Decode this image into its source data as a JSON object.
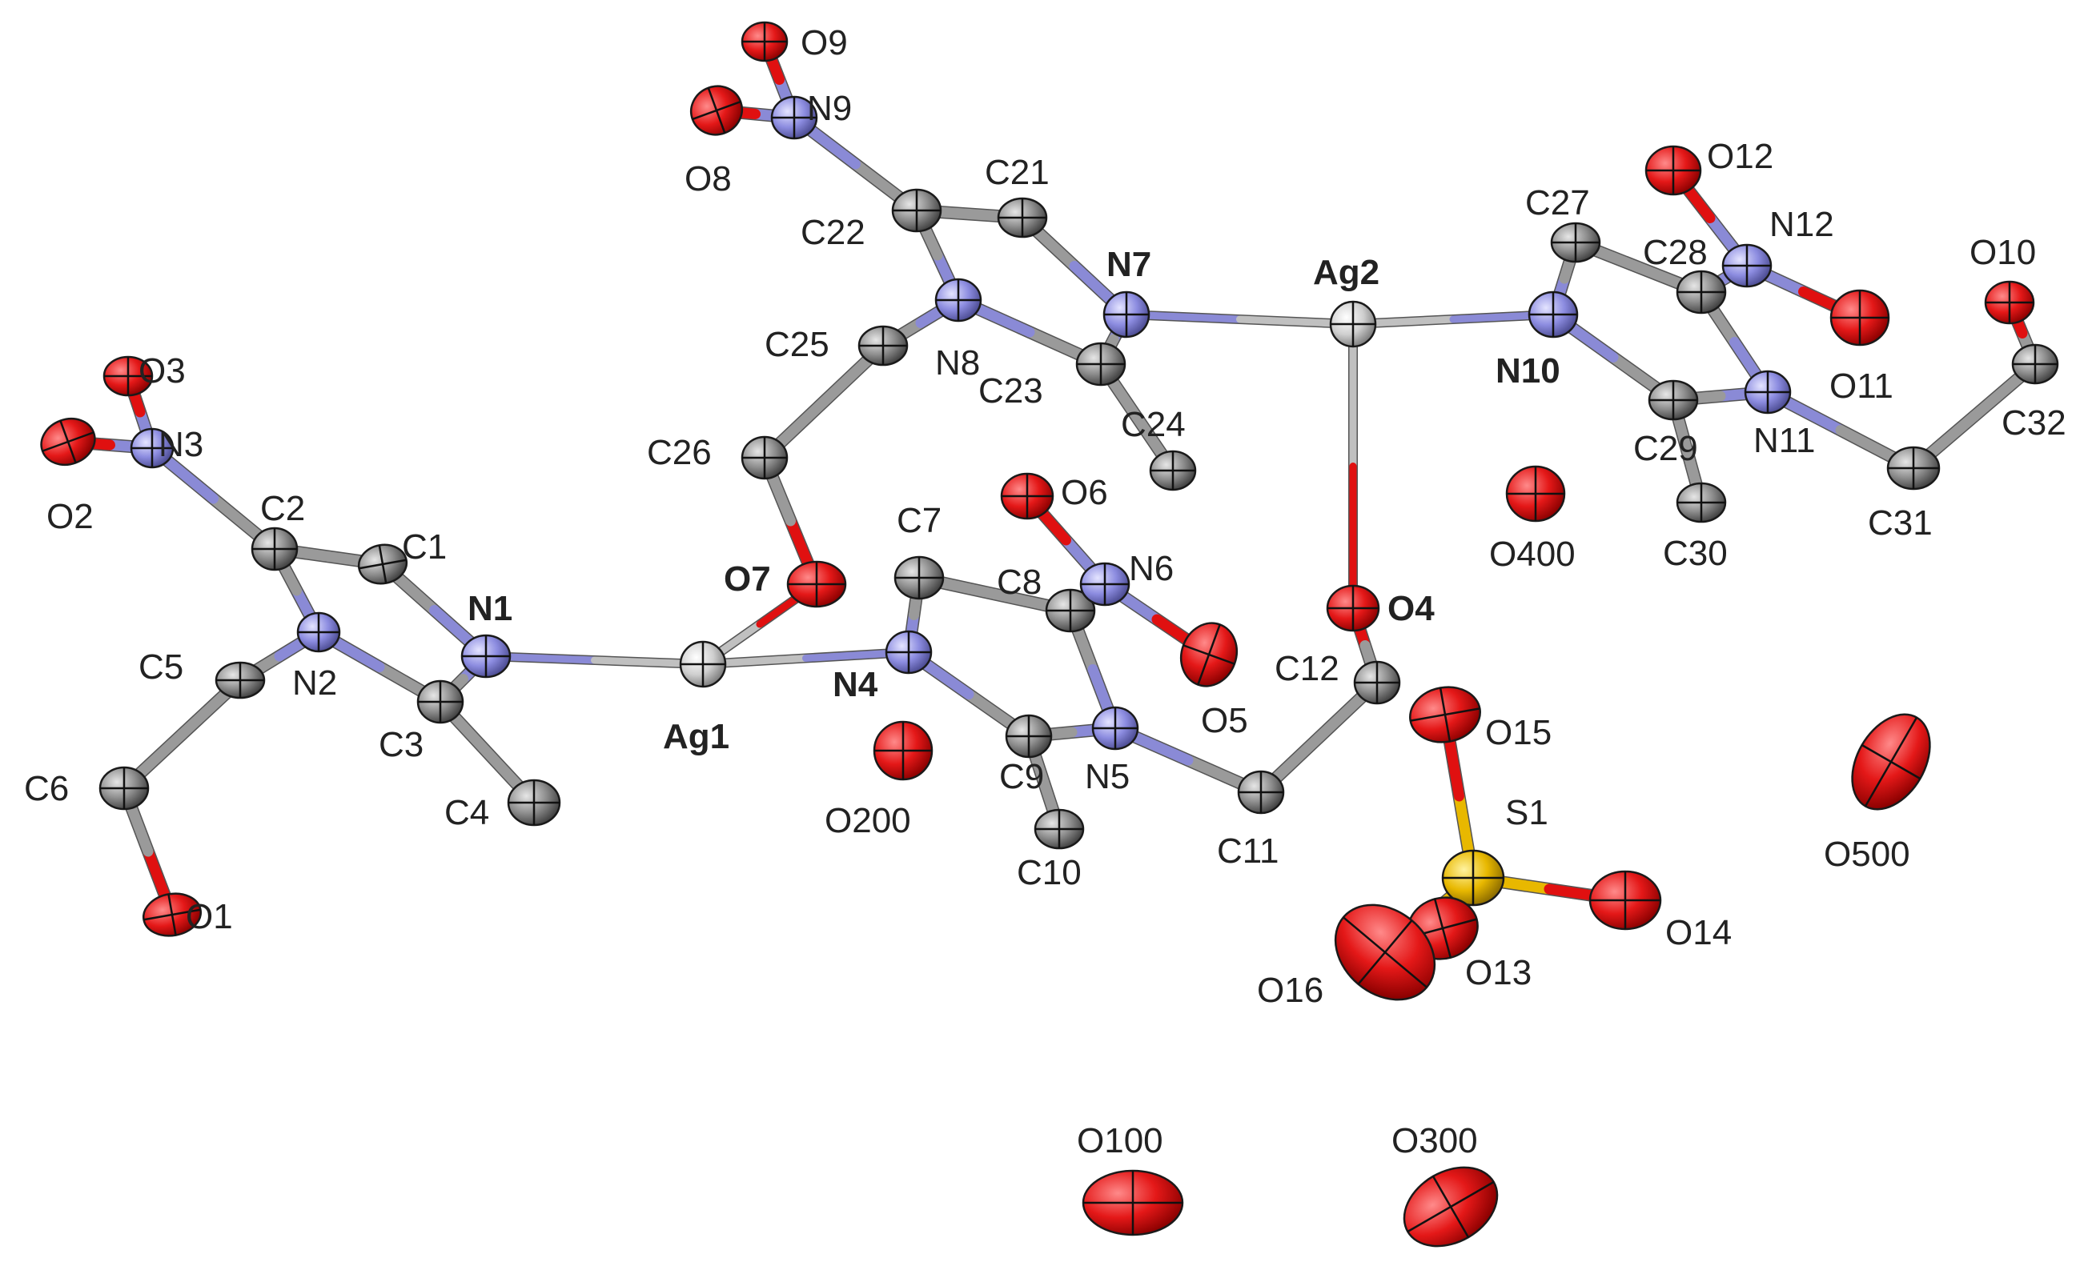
{
  "figure": {
    "labels": {
      "O1": "O1",
      "O2": "O2",
      "O3": "O3",
      "O4": "O4",
      "O5": "O5",
      "O6": "O6",
      "O7": "O7",
      "O8": "O8",
      "O9": "O9",
      "O10": "O10",
      "O11": "O11",
      "O12": "O12",
      "O13": "O13",
      "O14": "O14",
      "O15": "O15",
      "O16": "O16",
      "O100": "O100",
      "O200": "O200",
      "O300": "O300",
      "O400": "O400",
      "O500": "O500",
      "N1": "N1",
      "N2": "N2",
      "N3": "N3",
      "N4": "N4",
      "N5": "N5",
      "N6": "N6",
      "N7": "N7",
      "N8": "N8",
      "N9": "N9",
      "N10": "N10",
      "N11": "N11",
      "N12": "N12",
      "C1": "C1",
      "C2": "C2",
      "C3": "C3",
      "C4": "C4",
      "C5": "C5",
      "C6": "C6",
      "C7": "C7",
      "C8": "C8",
      "C9": "C9",
      "C10": "C10",
      "C11": "C11",
      "C12": "C12",
      "C21": "C21",
      "C22": "C22",
      "C23": "C23",
      "C24": "C24",
      "C25": "C25",
      "C26": "C26",
      "C27": "C27",
      "C28": "C28",
      "C29": "C29",
      "C30": "C30",
      "C31": "C31",
      "C32": "C32",
      "Ag1": "Ag1",
      "Ag2": "Ag2",
      "S1": "S1"
    },
    "element_colors": {
      "O": "#e01010",
      "N": "#8a8ad6",
      "C": "#8c8c8c",
      "Ag": "#c8c8c8",
      "S": "#e8b800"
    }
  }
}
